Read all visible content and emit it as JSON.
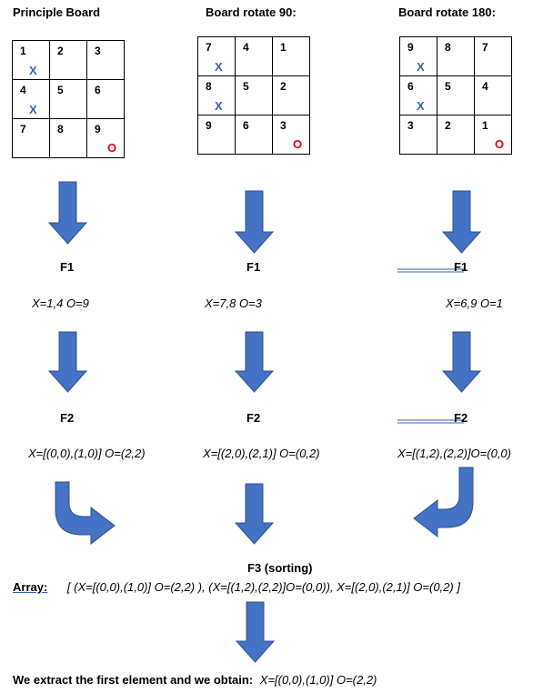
{
  "boards": [
    {
      "title": "Principle Board",
      "cells": [
        {
          "n": "1",
          "m": "X"
        },
        {
          "n": "2",
          "m": ""
        },
        {
          "n": "3",
          "m": ""
        },
        {
          "n": "4",
          "m": "X"
        },
        {
          "n": "5",
          "m": ""
        },
        {
          "n": "6",
          "m": ""
        },
        {
          "n": "7",
          "m": ""
        },
        {
          "n": "8",
          "m": ""
        },
        {
          "n": "9",
          "m": "O"
        }
      ],
      "f1": "F1",
      "f1_result": "X=1,4  O=9",
      "f2": "F2",
      "f2_result": "X=[(0,0),(1,0)] O=(2,2)"
    },
    {
      "title": "Board rotate 90:",
      "cells": [
        {
          "n": "7",
          "m": "X"
        },
        {
          "n": "4",
          "m": ""
        },
        {
          "n": "1",
          "m": ""
        },
        {
          "n": "8",
          "m": "X"
        },
        {
          "n": "5",
          "m": ""
        },
        {
          "n": "2",
          "m": ""
        },
        {
          "n": "9",
          "m": ""
        },
        {
          "n": "6",
          "m": ""
        },
        {
          "n": "3",
          "m": "O"
        }
      ],
      "f1": "F1",
      "f1_result": "X=7,8 O=3",
      "f2": "F2",
      "f2_result": "X=[(2,0),(2,1)] O=(0,2)"
    },
    {
      "title": "Board rotate 180:",
      "cells": [
        {
          "n": "9",
          "m": "X"
        },
        {
          "n": "8",
          "m": ""
        },
        {
          "n": "7",
          "m": ""
        },
        {
          "n": "6",
          "m": "X"
        },
        {
          "n": "5",
          "m": ""
        },
        {
          "n": "4",
          "m": ""
        },
        {
          "n": "3",
          "m": ""
        },
        {
          "n": "2",
          "m": ""
        },
        {
          "n": "1",
          "m": "O"
        }
      ],
      "f1": "F1",
      "f1_result": "X=6,9 O=1",
      "f2": "F2",
      "f2_result": "X=[(1,2),(2,2)]O=(0,0)"
    }
  ],
  "f3_label": "F3 (sorting)",
  "array_label": "Array:",
  "array_value": "[ (X=[(0,0),(1,0)] O=(2,2) ), (X=[(1,2),(2,2)]O=(0,0)), X=[(2,0),(2,1)] O=(0,2) ]",
  "final_text": "We extract the first element and we obtain:",
  "final_value": "X=[(0,0),(1,0)] O=(2,2)",
  "colors": {
    "arrow_fill": "#4472c4",
    "arrow_stroke": "#2f528f",
    "x_mark": "#3a5fb8",
    "o_mark": "#e3000f"
  }
}
